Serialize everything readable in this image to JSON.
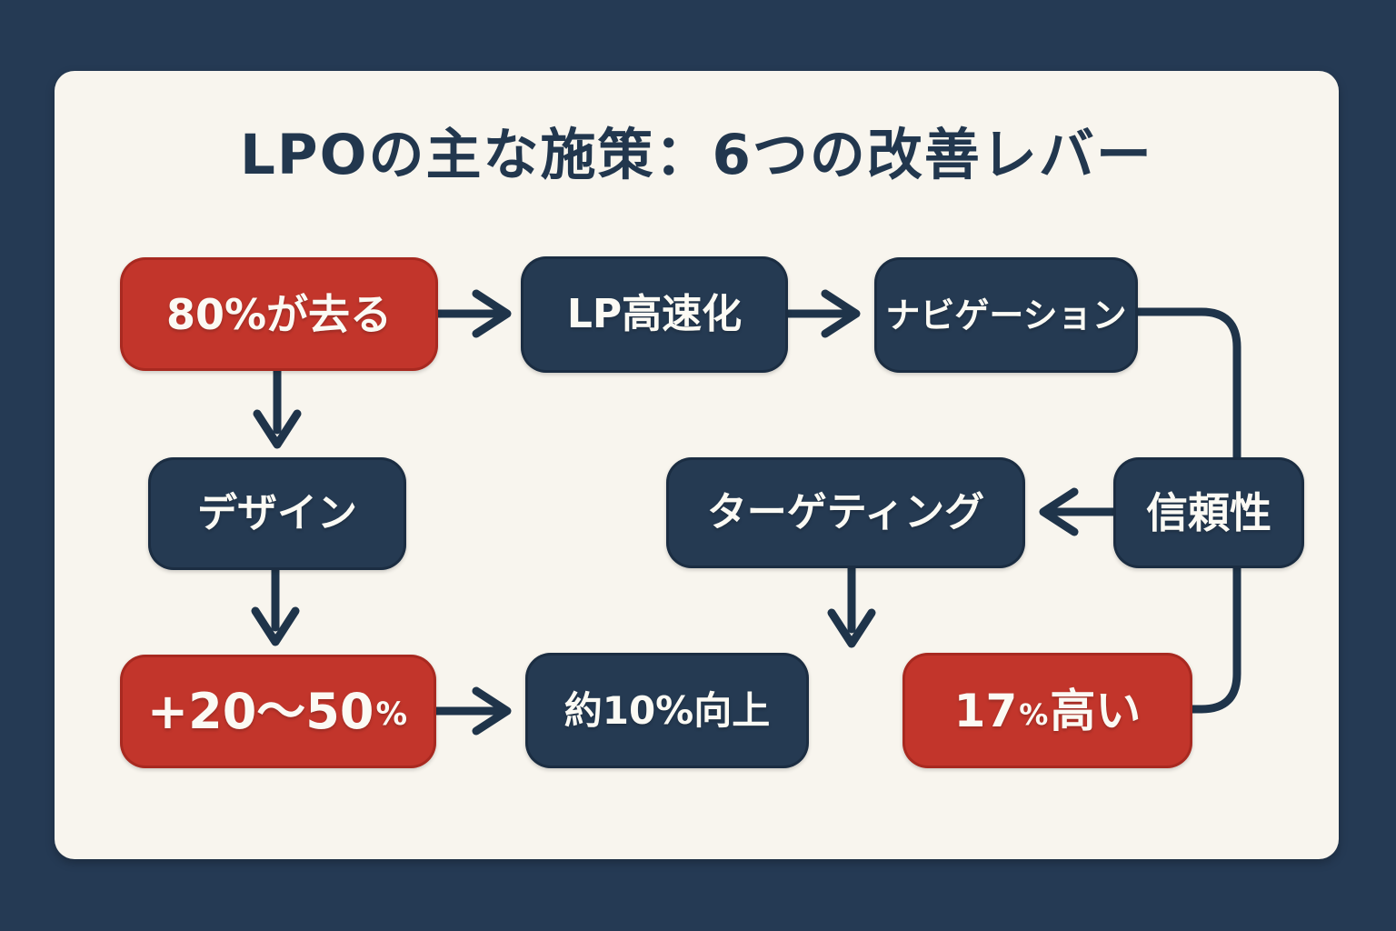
{
  "title": "LPOの主な施策：6つの改善レバー",
  "nodes": {
    "leave": {
      "label": "80%が去る"
    },
    "speed": {
      "label": "LP高速化"
    },
    "nav": {
      "label": "ナビゲーション"
    },
    "design": {
      "label": "デザイン"
    },
    "target": {
      "label": "ターゲティング"
    },
    "trust": {
      "label": "信頼性"
    },
    "plus": {
      "main": "+20〜50",
      "pct": "%"
    },
    "about": {
      "label": "約10%向上"
    },
    "higher": {
      "num": "17",
      "pct": "%",
      "suffix": "高い"
    }
  },
  "flow": {
    "edges": [
      "80%が去る → LP高速化",
      "LP高速化 → ナビゲーション",
      "ナビゲーション → 信頼性",
      "信頼性 → ターゲティング",
      "信頼性 → 17%高い",
      "ターゲティング ↓",
      "80%が去る → デザイン",
      "デザイン → +20〜50%",
      "+20〜50% → 約10%向上"
    ]
  },
  "colors": {
    "background": "#253a54",
    "panel": "#f8f5ee",
    "navy_box": "#253a52",
    "red_box": "#c2352b",
    "connector": "#1f344a",
    "title_text": "#22374e",
    "box_text": "#fbfaf4"
  }
}
